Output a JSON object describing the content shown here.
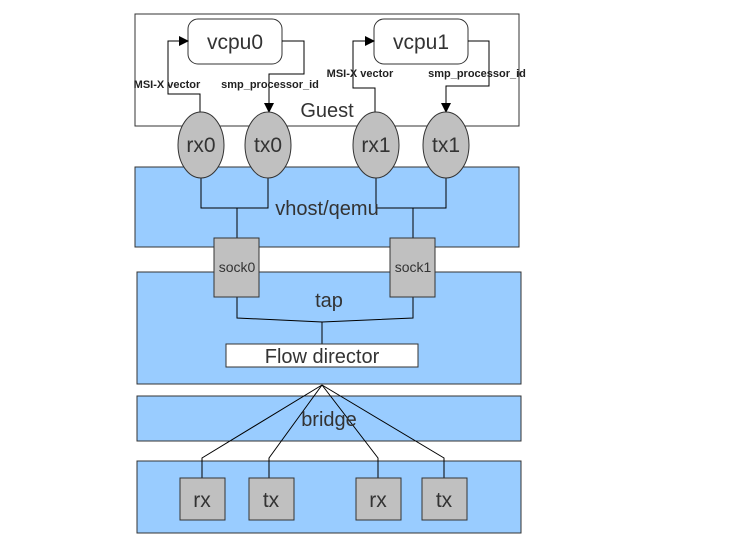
{
  "guest": {
    "label": "Guest",
    "vcpus": [
      "vcpu0",
      "vcpu1"
    ],
    "msix_label": "MSI-X vector",
    "smp_label": "smp_processor_id"
  },
  "queues": [
    "rx0",
    "tx0",
    "rx1",
    "tx1"
  ],
  "vhost": {
    "label": "vhost/qemu"
  },
  "sockets": [
    "sock0",
    "sock1"
  ],
  "tap": {
    "label": "tap",
    "flow_director": "Flow director"
  },
  "bridge": {
    "label": "bridge"
  },
  "nic_queues": [
    "rx",
    "tx",
    "rx",
    "tx"
  ],
  "colors": {
    "layer_fill": "#99ccff",
    "queue_fill": "#c0c0c0",
    "outline": "#333333"
  }
}
